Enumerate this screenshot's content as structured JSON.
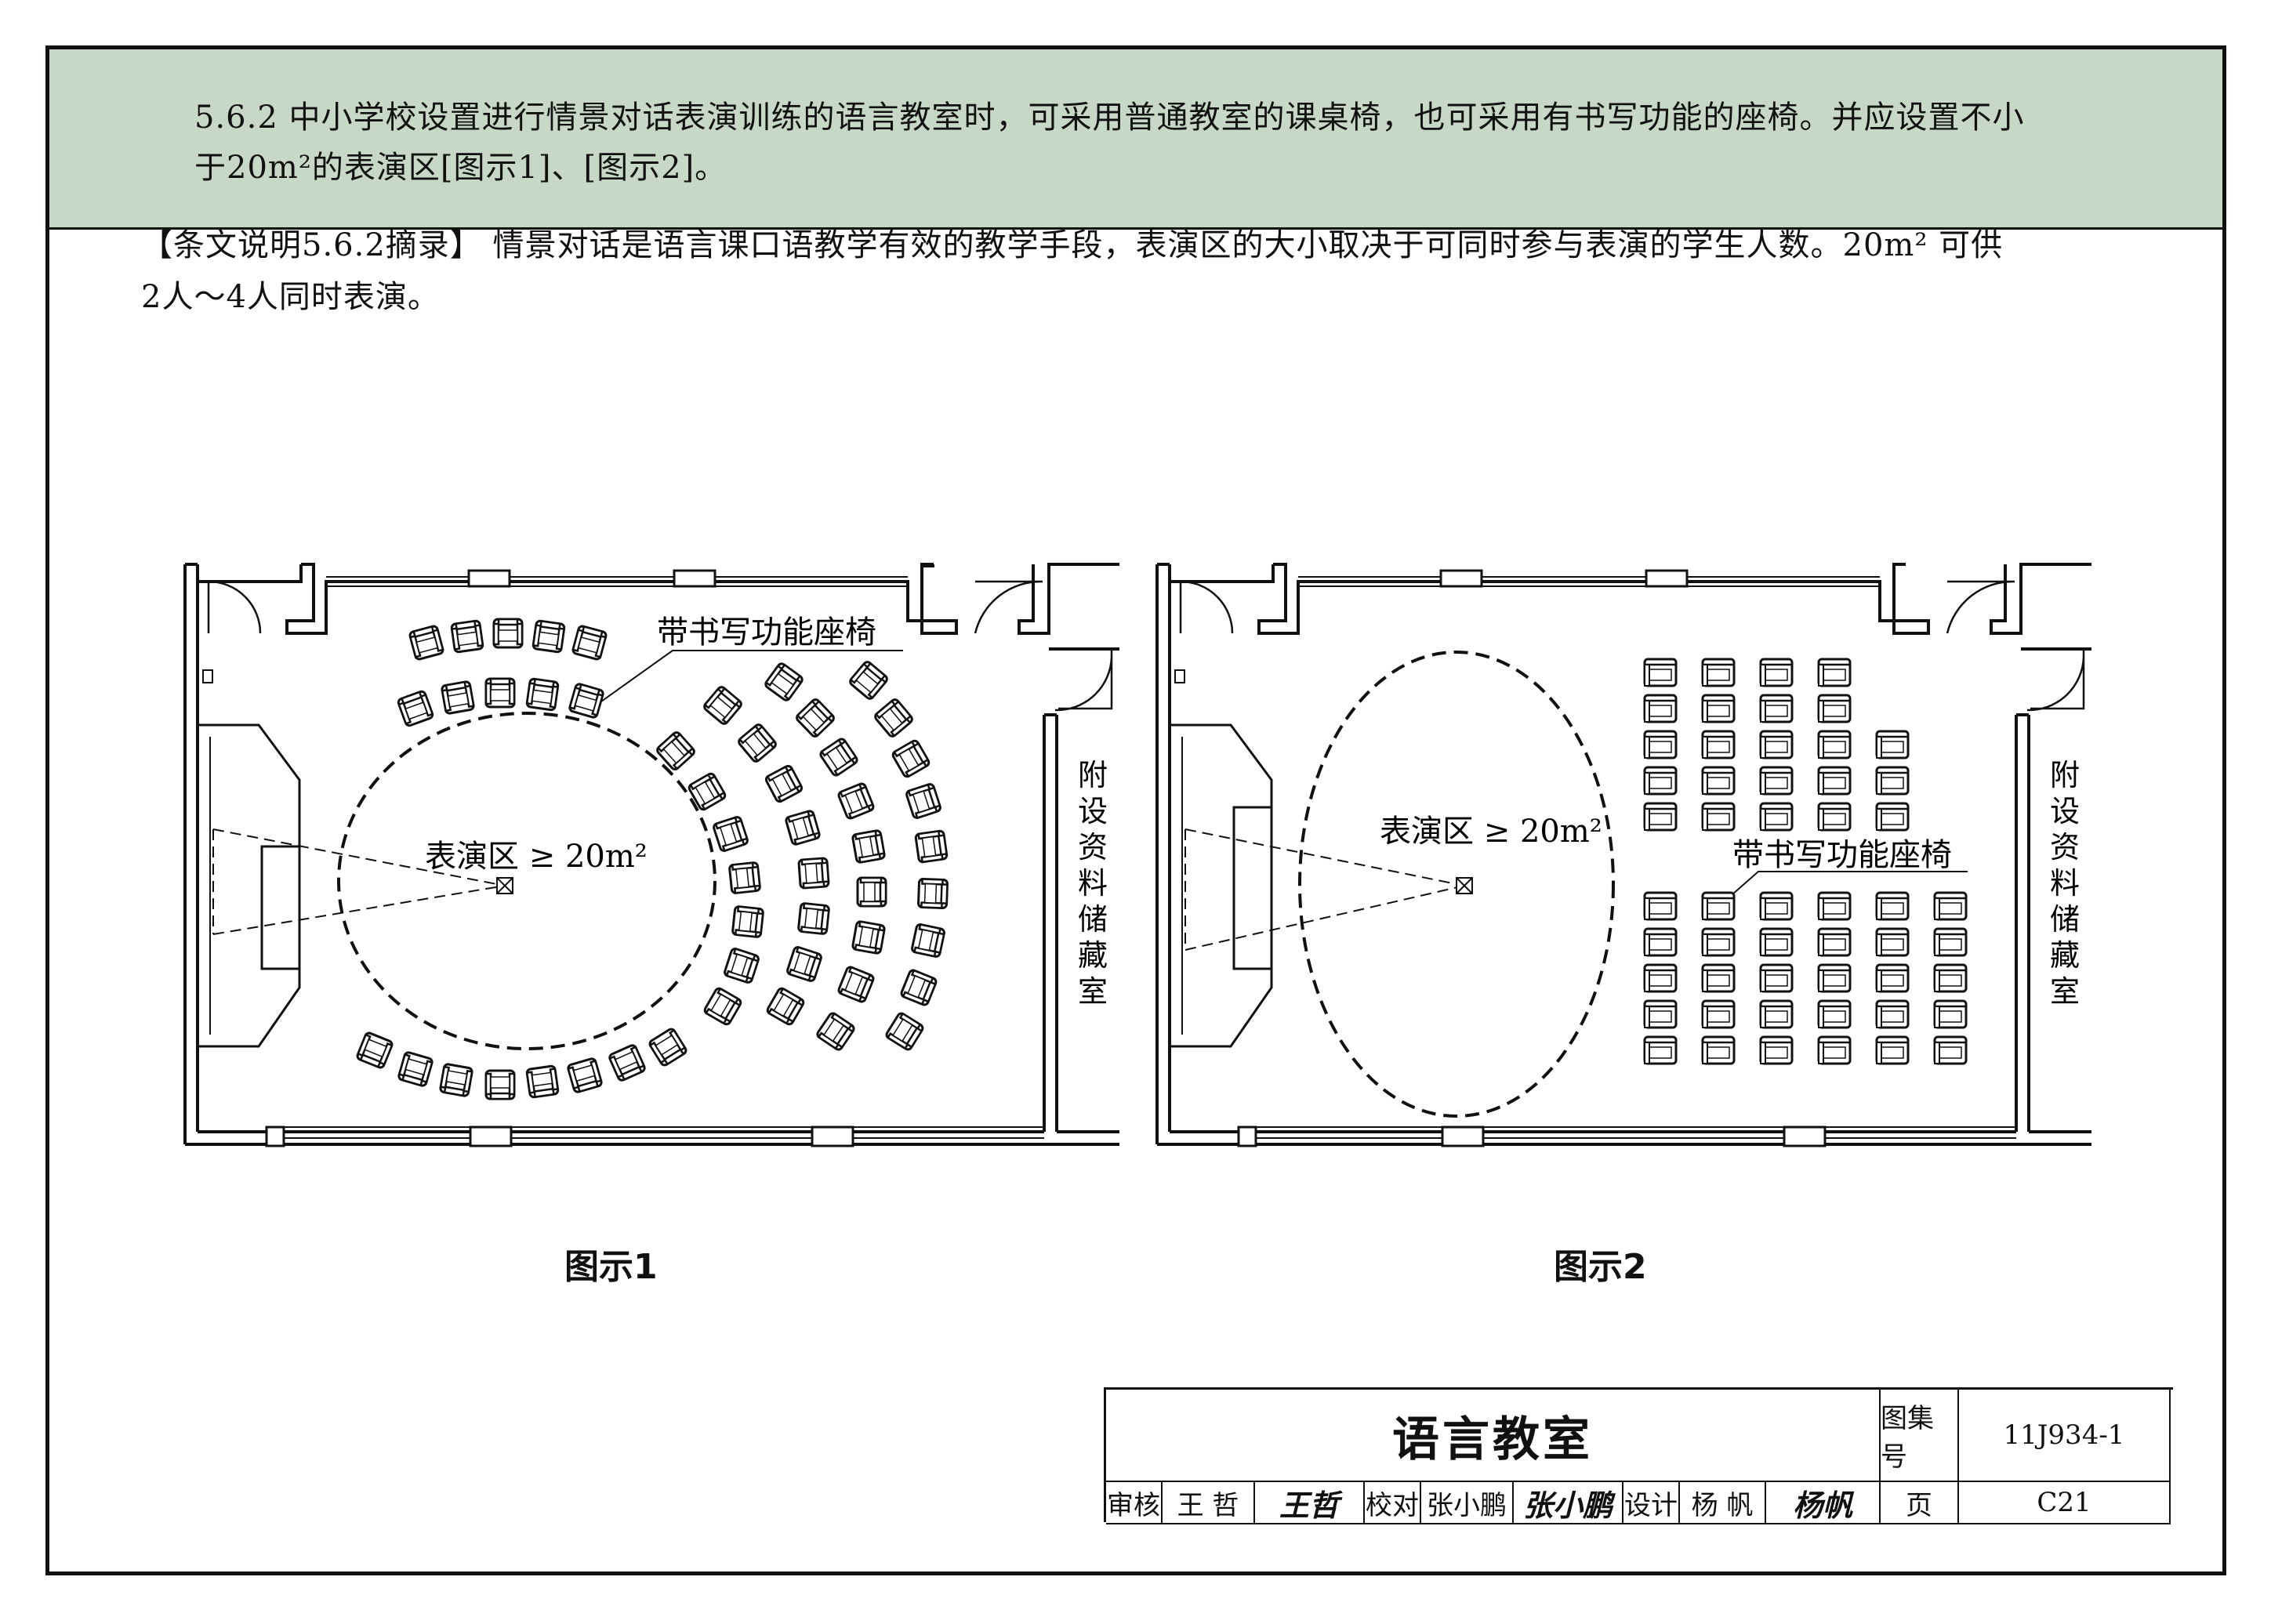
{
  "clause": {
    "line1": "5.6.2  中小学校设置进行情景对话表演训练的语言教室时，可采用普通教室的课桌椅，也可采用有书写功能的座椅。并应设置不小",
    "line2": "于20m²的表演区[图示1]、[图示2]。"
  },
  "explanation": {
    "line1": "【条文说明5.6.2摘录】  情景对话是语言课口语教学有效的教学手段，表演区的大小取决于可同时参与表演的学生人数。20m² 可供",
    "line2": "2人～4人同时表演。"
  },
  "figure1": {
    "caption": "图示1",
    "area_label": "表演区 ≥ 20m²",
    "seat_label": "带书写功能座椅",
    "room_label": [
      "附",
      "设",
      "资",
      "料",
      "储",
      "藏",
      "室"
    ]
  },
  "figure2": {
    "caption": "图示2",
    "area_label": "表演区 ≥ 20m²",
    "seat_label": "带书写功能座椅",
    "room_label": [
      "附",
      "设",
      "资",
      "料",
      "储",
      "藏",
      "室"
    ]
  },
  "titleblock": {
    "title": "语言教室",
    "atlas_label": "图集号",
    "atlas_no": "11J934-1",
    "review_label": "审核",
    "reviewer": "王 哲",
    "reviewer_sig": "王哲",
    "check_label": "校对",
    "checker": "张小鹏",
    "checker_sig": "张小鹏",
    "design_label": "设计",
    "designer": "杨 帆",
    "designer_sig": "杨帆",
    "page_label": "页",
    "page_no": "C21"
  },
  "colors": {
    "clause_bg": "#c8d8c6",
    "line": "#111111"
  }
}
